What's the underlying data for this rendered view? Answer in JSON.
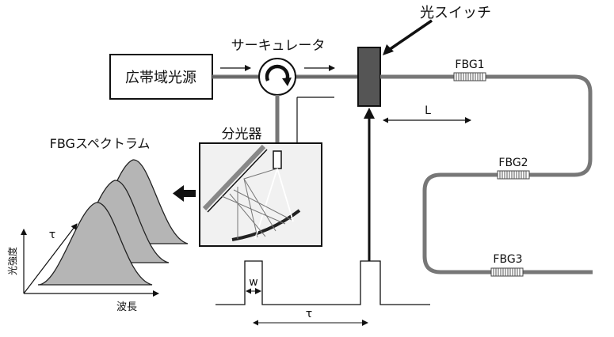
{
  "labels": {
    "source": "広帯域光源",
    "circulator": "サーキュレータ",
    "optical_switch": "光スイッチ",
    "spectrometer": "分光器",
    "spectrum_title": "FBGスペクトラム",
    "fbg1": "FBG1",
    "fbg2": "FBG2",
    "fbg3": "FBG3",
    "distance": "L",
    "pulse_width": "w",
    "delay": "τ",
    "axis_tau": "τ",
    "axis_intensity": "光強度",
    "axis_wavelength": "波長"
  }
}
